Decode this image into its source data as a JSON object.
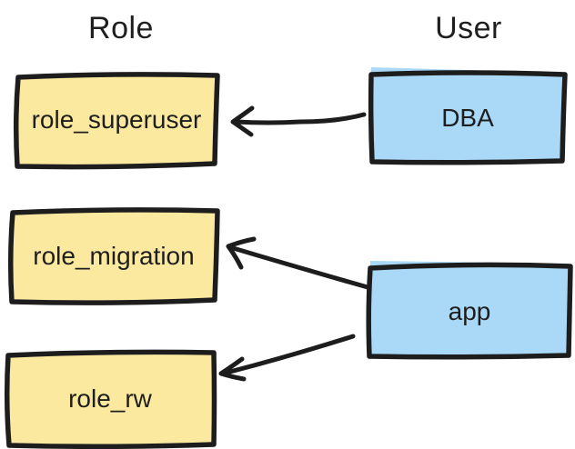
{
  "headers": {
    "role": "Role",
    "user": "User"
  },
  "nodes": {
    "role_superuser": {
      "label": "role_superuser",
      "type": "role"
    },
    "role_migration": {
      "label": "role_migration",
      "type": "role"
    },
    "role_rw": {
      "label": "role_rw",
      "type": "role"
    },
    "dba": {
      "label": "DBA",
      "type": "user"
    },
    "app": {
      "label": "app",
      "type": "user"
    }
  },
  "edges": [
    {
      "from": "DBA",
      "to": "role_superuser"
    },
    {
      "from": "app",
      "to": "role_migration"
    },
    {
      "from": "app",
      "to": "role_rw"
    }
  ],
  "colors": {
    "role_fill": "#fce9a0",
    "user_fill": "#aad8f7",
    "stroke": "#1d1d1d",
    "text": "#1e1e1e",
    "canvas": "#ffffff"
  }
}
